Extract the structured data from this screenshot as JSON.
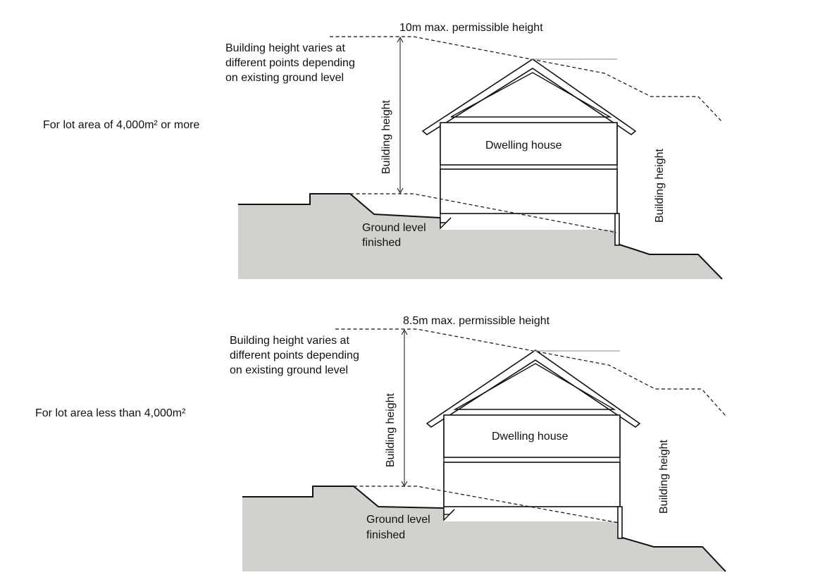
{
  "panels": [
    {
      "lot_label": "For lot area of 4,000m² or more",
      "max_height_label": "10m max. permissible height",
      "varies_note": [
        "Building height varies at",
        "different points depending",
        "on existing ground level"
      ],
      "building_height_left": "Building height",
      "building_height_right": "Building height",
      "house_label": "Dwelling house",
      "ground_label": [
        "Ground level",
        "finished"
      ]
    },
    {
      "lot_label": "For lot area less than 4,000m²",
      "max_height_label": "8.5m max. permissible height",
      "varies_note": [
        "Building height varies at",
        "different points depending",
        "on existing ground level"
      ],
      "building_height_left": "Building height",
      "building_height_right": "Building height",
      "house_label": "Dwelling house",
      "ground_label": [
        "Ground level",
        "finished"
      ]
    }
  ],
  "colors": {
    "ground_fill": "#d3d1ce",
    "line": "#111111",
    "reference_line": "#888888"
  }
}
